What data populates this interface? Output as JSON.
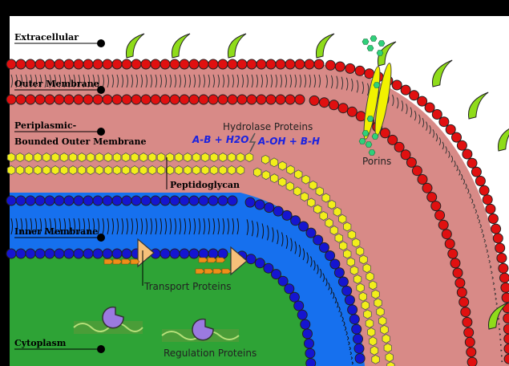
{
  "labels": {
    "extracellular": "Extracellular",
    "outer_membrane": "Outer Membrane",
    "periplasmic_line1": "Periplasmic-",
    "periplasmic_line2": "Bounded Outer Membrane",
    "peptidoglycan": "Peptidoglycan",
    "inner_membrane": "Inner Membrane",
    "cytoplasm": "Cytoplasm"
  },
  "annotations": {
    "hydrolase_title": "Hydrolase Proteins",
    "equation_left": "A-B + H2O",
    "equation_right": "A-OH + B-H",
    "porins": "Porins",
    "transport": "Transport Proteins",
    "regulation": "Regulation Proteins"
  },
  "colors": {
    "frame": "#000000",
    "extracellular_bg": "#ffffff",
    "periplasm": "#d88a87",
    "outer_bead": "#e01010",
    "peptidoglycan_bead": "#f2ee1a",
    "inner_bead": "#1515d0",
    "inner_band": "#1670ee",
    "cytoplasm": "#2ea336",
    "flagellum": "#8fdc1a",
    "porin": "#f2f200",
    "porin_particle": "#2fd07a",
    "transport_triangle": "#f6c07a",
    "substrate": "#ef8f18",
    "regulation_protein": "#9b7ae0",
    "dna": "#79b34a",
    "equation_text": "#1a22e0"
  },
  "icons": [
    "lightning-icon",
    "pointer-dot-icon",
    "dna-icon"
  ]
}
